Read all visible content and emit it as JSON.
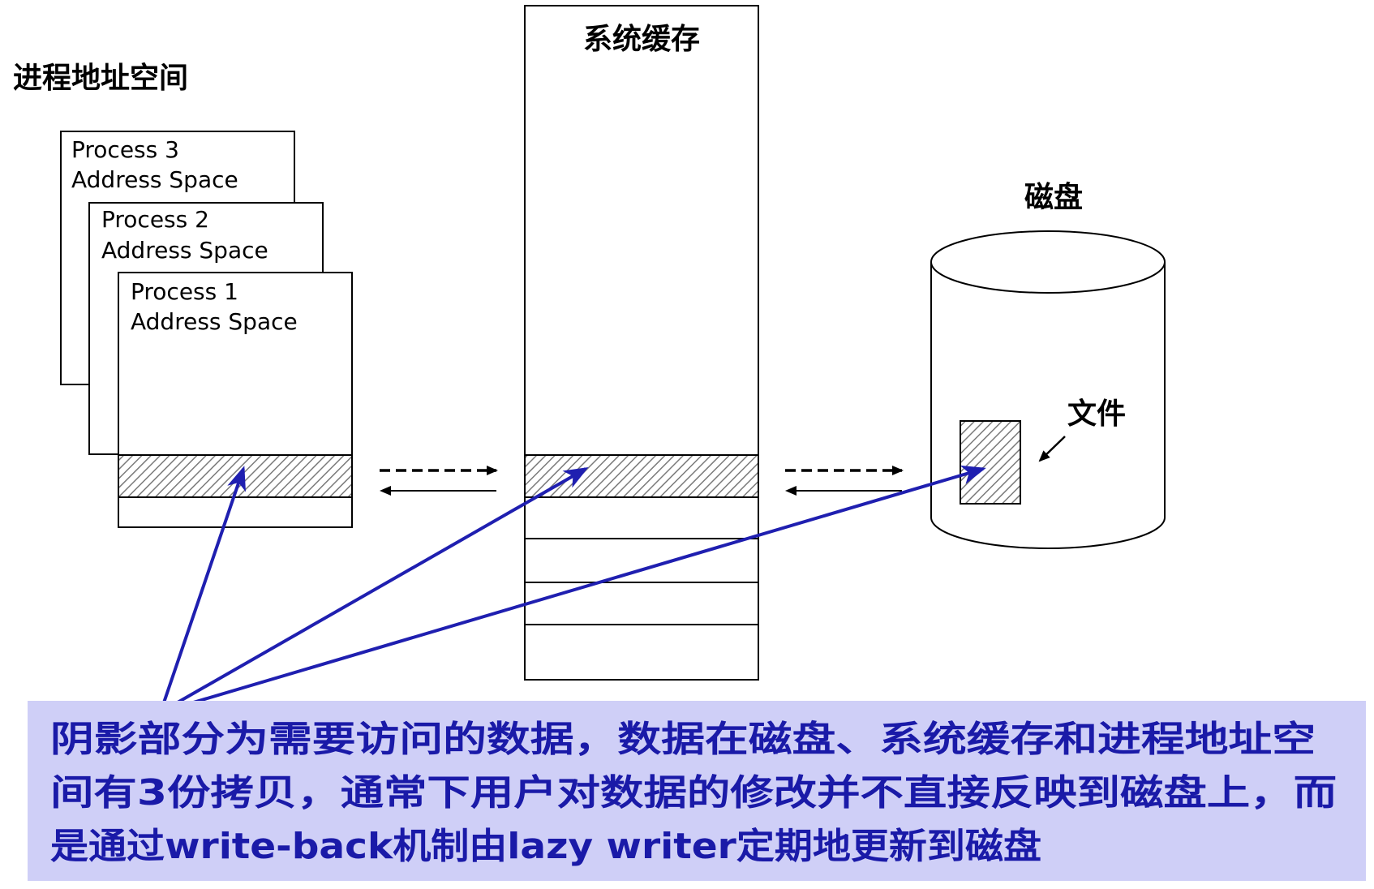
{
  "labels": {
    "process_address_space": "进程地址空间",
    "system_cache": "系统缓存",
    "disk": "磁盘",
    "file": "文件"
  },
  "processes": [
    {
      "name": "Process 3",
      "subtitle": "Address Space"
    },
    {
      "name": "Process 2",
      "subtitle": "Address Space"
    },
    {
      "name": "Process 1",
      "subtitle": "Address Space"
    }
  ],
  "note": {
    "lines": [
      "阴影部分为需要访问的数据，数据在磁盘、系统缓存和进程地址空",
      "间有3份拷贝，通常下用户对数据的修改并不直接反映到磁盘上，而",
      "是通过write-back机制由lazy writer定期地更新到磁盘"
    ]
  },
  "colors": {
    "note_background": "#cfcff7",
    "note_text": "#1a1aa8",
    "pointer_arrow": "#1f1fb0",
    "outline": "#000000"
  }
}
